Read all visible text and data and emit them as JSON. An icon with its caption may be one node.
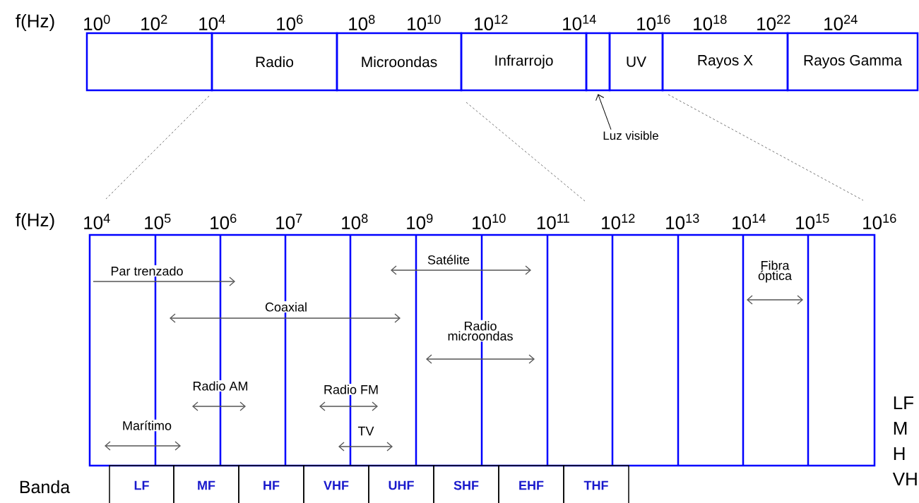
{
  "diagram": {
    "nodes": [
      {
        "text": [],
        "shape": "box"
      },
      {
        "text": [
          "Radio"
        ]
      },
      {
        "text": [
          "Microondas"
        ]
      },
      {
        "text": [
          "Infrarrojo"
        ]
      },
      {
        "text": [],
        "shape": "box"
      },
      {
        "text": [
          "UV"
        ]
      },
      {
        "text": [
          "Rayos X"
        ]
      },
      {
        "text": [
          "Rayos Gamma"
        ]
      },
      {
        "text": [
          "Luz visible"
        ]
      },
      {
        "text": [
          "LF"
        ]
      },
      {
        "text": [
          "MF"
        ]
      },
      {
        "text": [
          "HF"
        ]
      },
      {
        "text": [
          "VHF"
        ]
      },
      {
        "text": [
          "UHF"
        ]
      },
      {
        "text": [
          "SHF"
        ]
      },
      {
        "text": [
          "EHF"
        ]
      },
      {
        "text": [
          "THF"
        ]
      }
    ],
    "edges": [
      {
        "from": 8,
        "to": 4,
        "arrow": "to"
      }
    ],
    "labels": [
      "f(Hz)",
      "10$^{0}$",
      "10$^{2}$",
      "10$^{4}$",
      "10$^{6}$",
      "10$^{8}$",
      "10$^{10}$",
      "10$^{12}$",
      "10$^{14}$",
      "10$^{16}$",
      "10$^{18}$",
      "10$^{22}$",
      "10$^{24}$",
      "f(Hz)",
      "10$^{4}$",
      "10$^{5}$",
      "10$^{6}$",
      "10$^{7}$",
      "10$^{8}$",
      "10$^{9}$",
      "10$^{10}$",
      "10$^{11}$",
      "10$^{12}$",
      "10$^{13}$",
      "10$^{14}$",
      "10$^{15}$",
      "10$^{16}$",
      "Satélite",
      "Par trenzado",
      "Fibra óptica",
      "Coaxial",
      "Radio microondas",
      "Radio AM",
      "Radio FM",
      "Marítimo",
      "TV",
      "Banda",
      "LF",
      "M",
      "H",
      "VH"
    ]
  }
}
